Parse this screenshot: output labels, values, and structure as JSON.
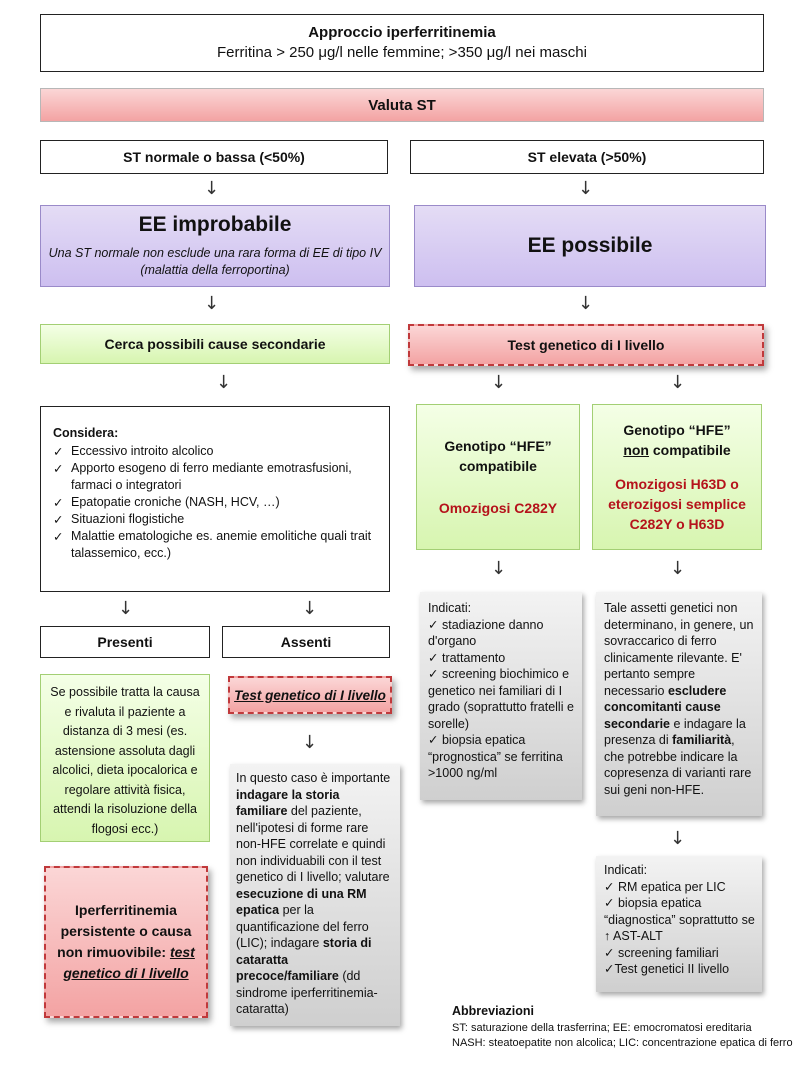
{
  "header": {
    "title": "Approccio iperferritinemia",
    "subtitle": "Ferritina >  250 μg/l nelle femmine; >350 μg/l nei maschi"
  },
  "valuta": "Valuta ST",
  "left": {
    "st_label": "ST normale o bassa (<50%)",
    "ee_title": "EE improbabile",
    "ee_note": "Una ST normale non esclude una rara forma di EE di tipo IV (malattia della ferroportina)",
    "cerca": "Cerca possibili cause secondarie",
    "considera_title": "Considera:",
    "considera_items": [
      "Eccessivo introito alcolico",
      "Apporto esogeno di ferro mediante emotrasfusioni, farmaci o integratori",
      "Epatopatie croniche (NASH, HCV, …)",
      "Situazioni flogistiche",
      "Malattie ematologiche es. anemie emolitiche quali trait talassemico, ecc.)"
    ],
    "presenti": "Presenti",
    "assenti": "Assenti",
    "presenti_text": "Se possibile tratta la causa e rivaluta il paziente a distanza di 3 mesi (es. astensione assoluta dagli alcolici, dieta ipocalorica e regolare attività fisica, attendi la risoluzione della flogosi ecc.)",
    "assenti_test": "Test genetico di I livello",
    "persistente_text": "Iperferritinemia persistente o causa non rimuovibile: ",
    "persistente_test": "test genetico di I livello",
    "assenti_detail": {
      "p1": "In questo caso è importante ",
      "b1": "indagare la storia familiare",
      "p2": " del paziente, nell'ipotesi di forme rare non-HFE correlate e quindi non individuabili con il test genetico di I livello; valutare ",
      "b2": "esecuzione di una RM epatica",
      "p3": " per la quantificazione del ferro (LIC); indagare ",
      "b3": "storia di cataratta precoce/familiare",
      "p4": " (dd sindrome iperferritinemia-cataratta)"
    }
  },
  "right": {
    "st_label": "ST elevata (>50%)",
    "ee_title": "EE possibile",
    "test": "Test genetico di I livello",
    "hfe_comp_title": "Genotipo “HFE” compatibile",
    "hfe_comp_red": "Omozigosi C282Y",
    "hfe_non_title1": "Genotipo “HFE”",
    "hfe_non_title2": "non",
    "hfe_non_title3": " compatibile",
    "hfe_non_red": "Omozigosi H63D o eterozigosi semplice C282Y o H63D",
    "indicati_comp_title": "Indicati:",
    "indicati_comp_items": [
      "stadiazione danno d'organo",
      "trattamento",
      "screening biochimico e genetico nei familiari di I grado (soprattutto fratelli e sorelle)",
      "biopsia epatica “prognostica” se ferritina >1000 ng/ml"
    ],
    "assetti": {
      "p1": "Tale assetti genetici non determinano, in genere, un sovraccarico di ferro clinicamente rilevante. E' pertanto sempre necessario ",
      "b1": "escludere concomitanti cause secondarie",
      "p2": " e indagare la presenza di ",
      "b2": "familiarità",
      "p3": ", che potrebbe indicare la copresenza di varianti rare sui geni non-HFE."
    },
    "indicati_non_title": "Indicati:",
    "indicati_non_items": [
      "RM epatica per LIC",
      "biopsia epatica “diagnostica” soprattutto se ↑ AST-ALT",
      "screening familiari",
      "Test genetici II livello"
    ]
  },
  "abbreviazioni": {
    "title": "Abbreviazioni",
    "line1": "ST: saturazione  della trasferrina; EE: emocromatosi ereditaria",
    "line2": "NASH: steatoepatite non alcolica; LIC: concentrazione epatica di ferro"
  },
  "icons": {
    "arrow": "↓",
    "check": "✓"
  }
}
